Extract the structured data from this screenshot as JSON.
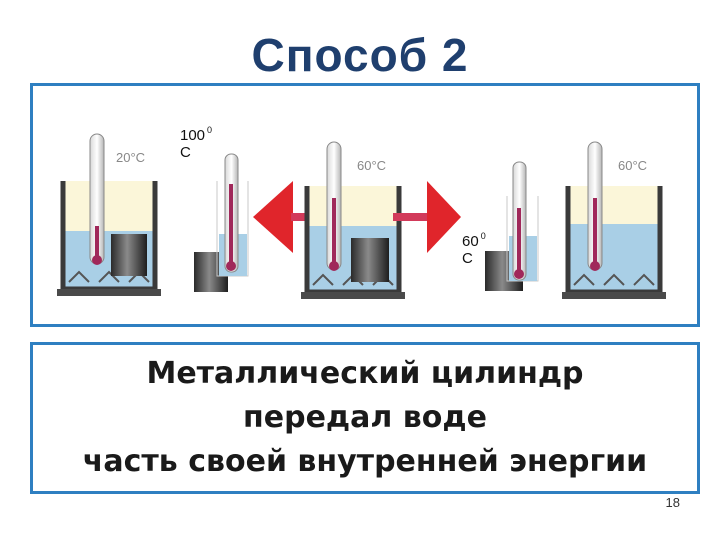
{
  "title": "Способ 2",
  "beakers": [
    {
      "temp_label": "20°C"
    },
    {
      "temp_label": "60°C"
    },
    {
      "temp_label": "60°C"
    }
  ],
  "cylinder_notes": [
    {
      "value": "100",
      "degree": "0",
      "unit": "C"
    },
    {
      "value": "60",
      "degree": "0",
      "unit": "C"
    }
  ],
  "caption": {
    "line1": "Металлический цилиндр",
    "line2": "передал воде",
    "line3": "часть своей внутренней энергии"
  },
  "page_number": "18",
  "colors": {
    "title": "#1f3f6e",
    "frame": "#2e7fc1",
    "arrow": "#e0252b",
    "water": "#a9cfe6",
    "air": "#fbf6d9",
    "mercury": "#a0285a"
  }
}
